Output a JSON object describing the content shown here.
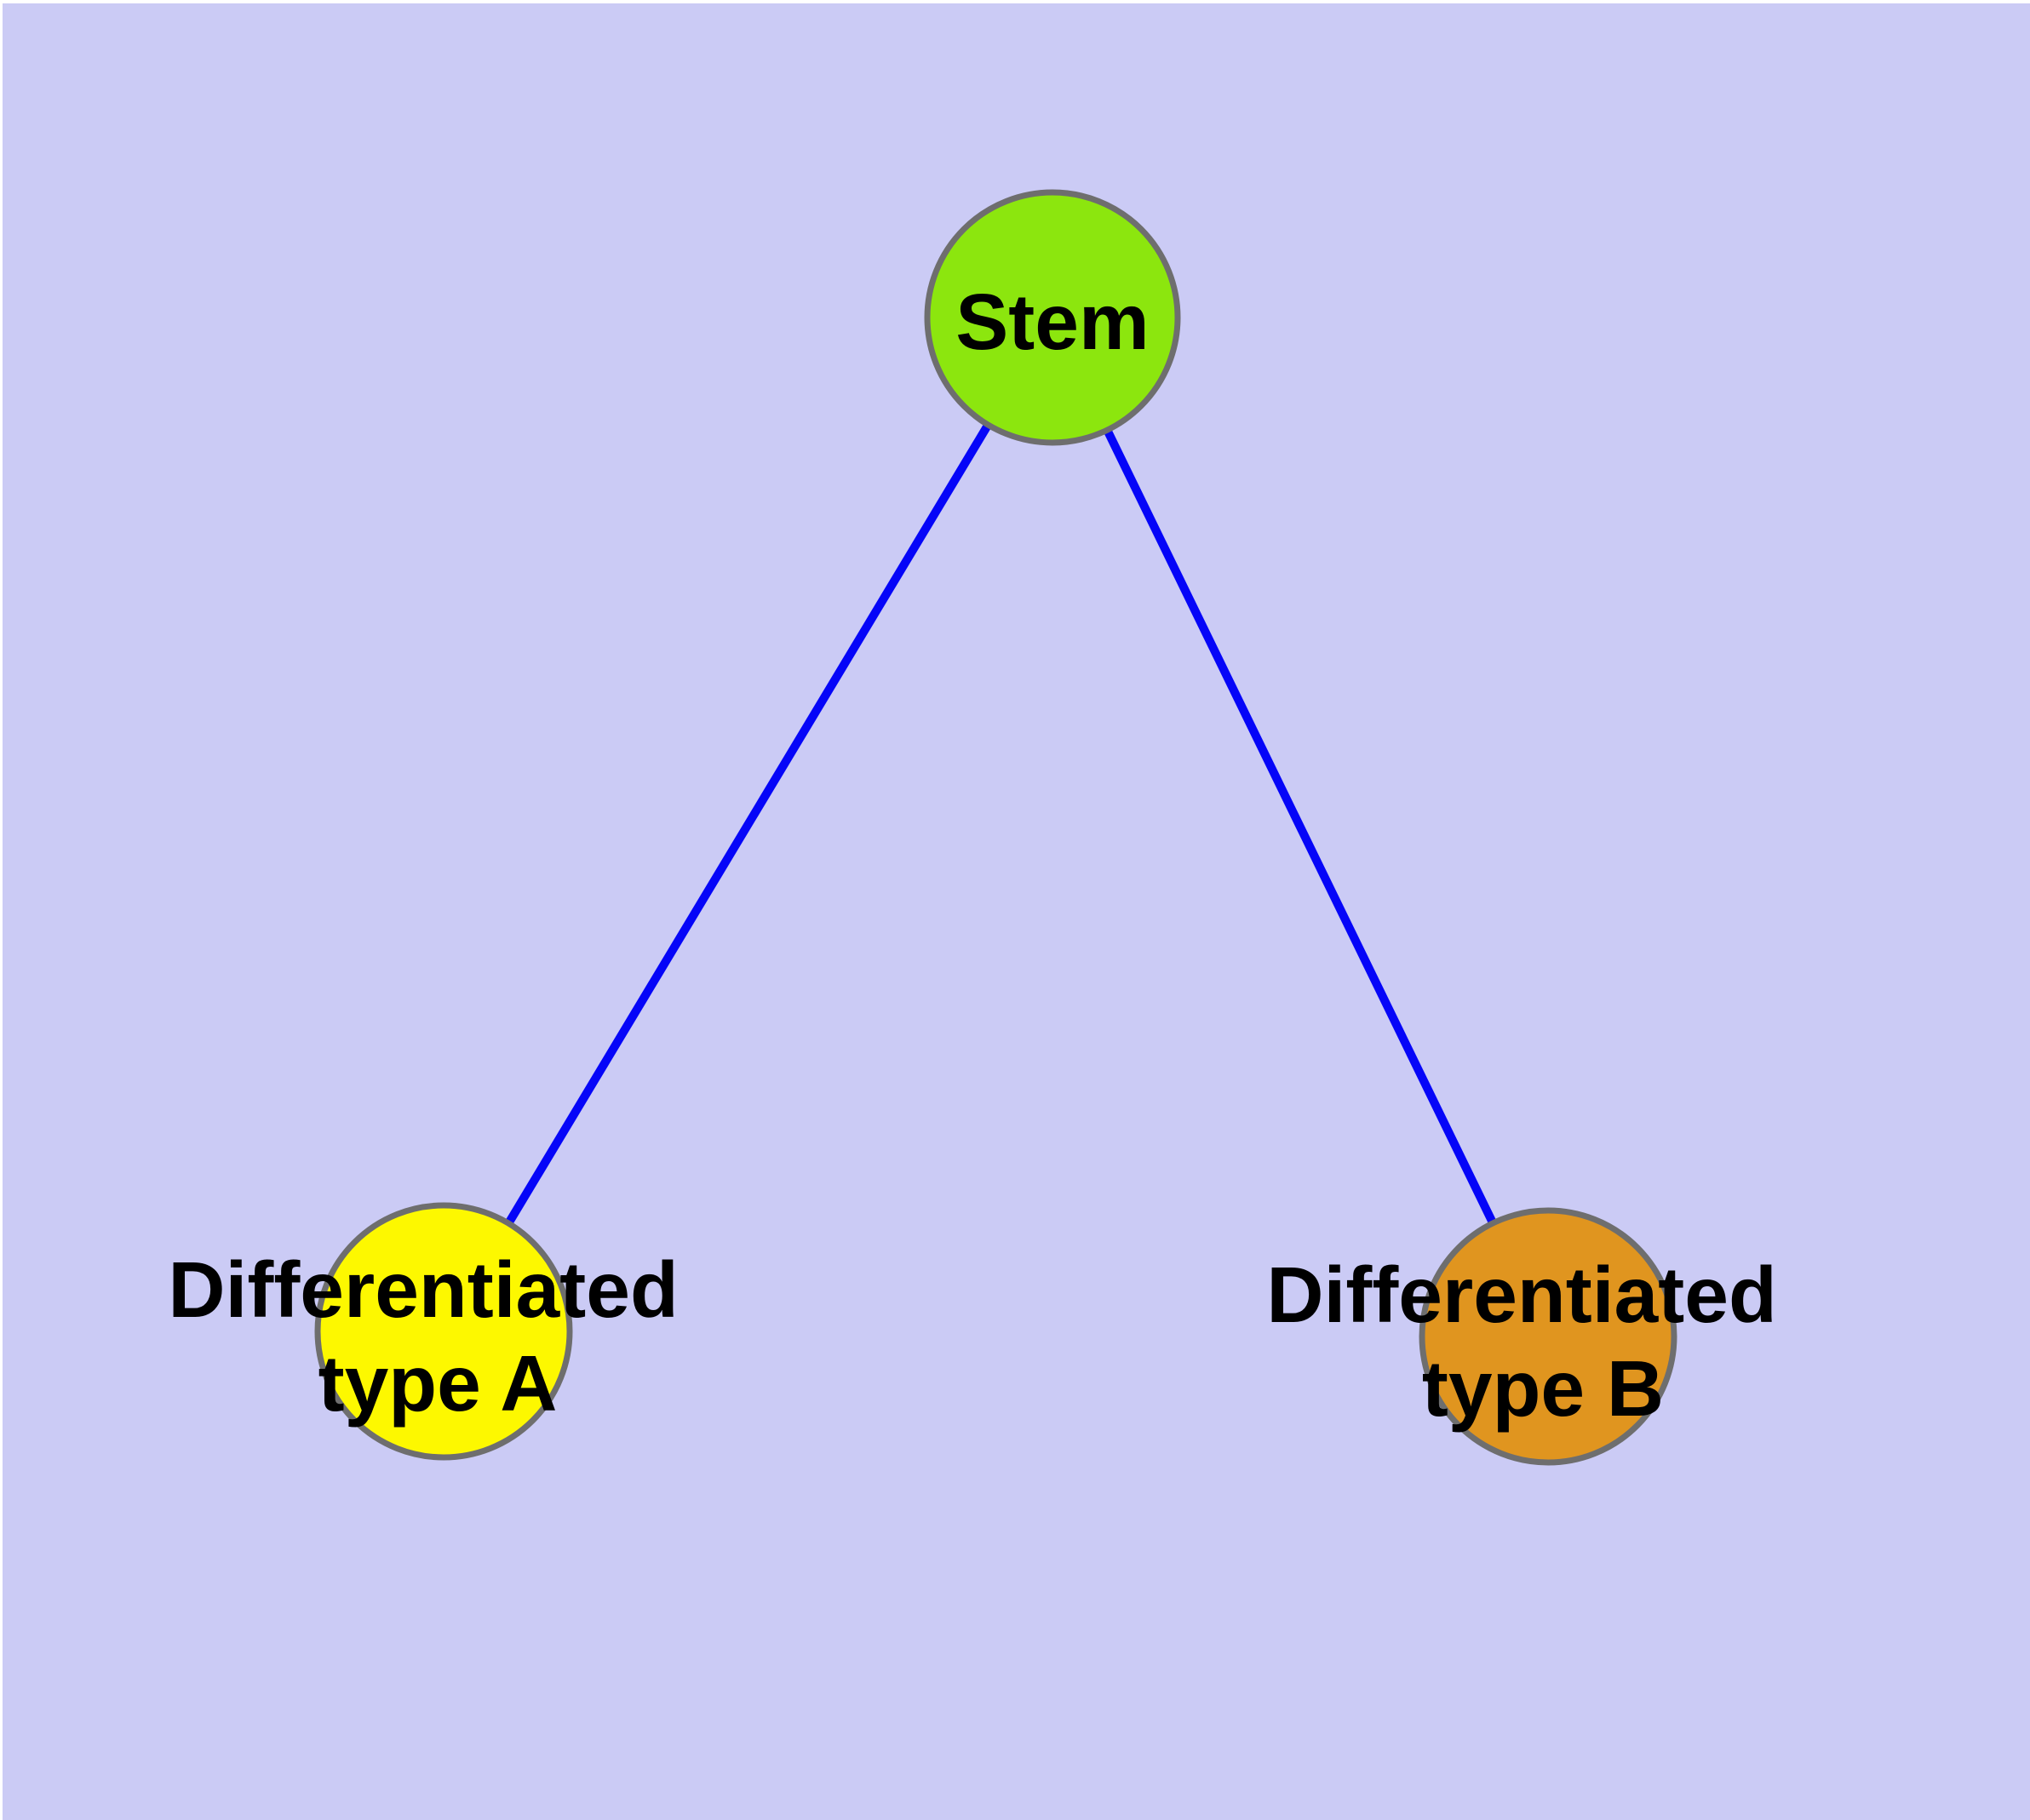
{
  "diagram": {
    "background_color": "#CBCBF5",
    "frame_color": "#FFFFFF",
    "edge_color": "#0505F8",
    "node_border_color": "#6E6E6E",
    "label_color": "#000000",
    "nodes": {
      "stem": {
        "label": "Stem",
        "fill": "#8CE60E"
      },
      "type_a": {
        "label_line1": "Differentiated",
        "label_line2": "type A",
        "fill": "#FDF800"
      },
      "type_b": {
        "label_line1": "Differentiated",
        "label_line2": "type B",
        "fill": "#E0951F"
      }
    },
    "edges": [
      {
        "from": "Stem",
        "to": "Differentiated type A"
      },
      {
        "from": "Stem",
        "to": "Differentiated type B"
      }
    ]
  }
}
